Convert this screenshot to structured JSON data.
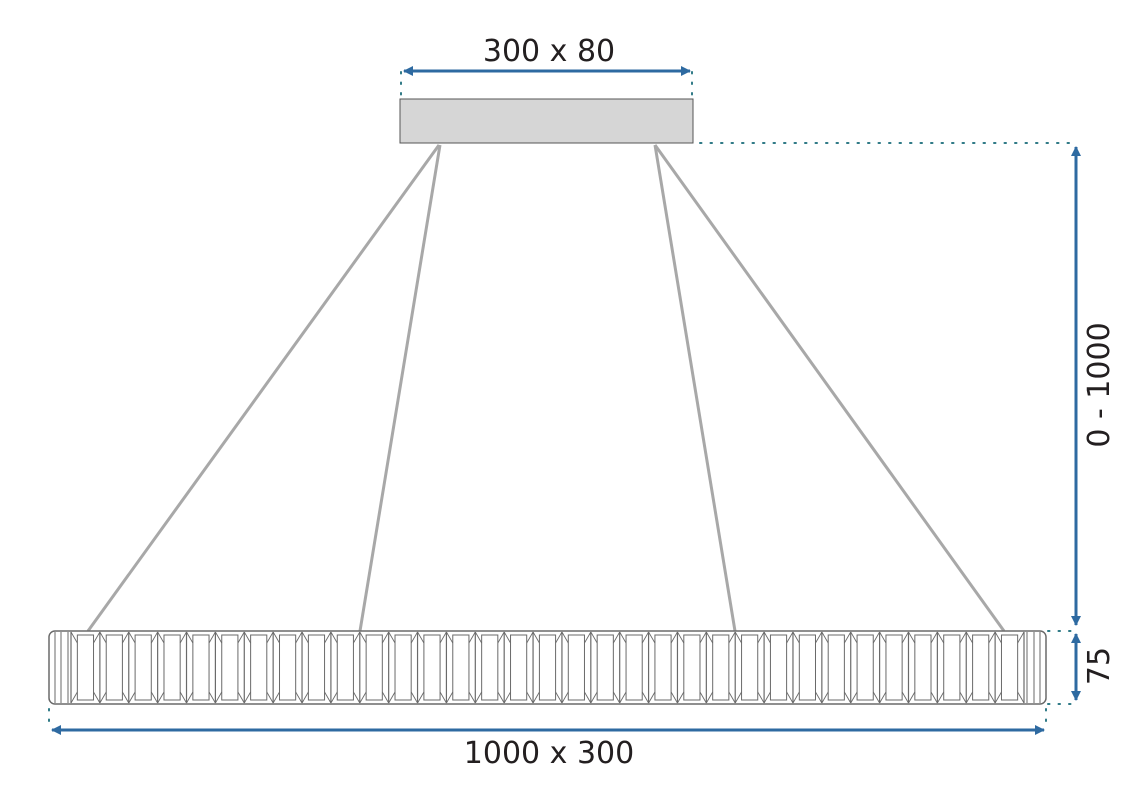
{
  "colors": {
    "dimension_arrow": "#2e6aa1",
    "extension_dots": "#2f7a86",
    "canopy_fill": "#d6d6d6",
    "canopy_stroke": "#555555",
    "suspension_wire": "#a8a8a8",
    "ring_stroke": "#6a6a6a",
    "text": "#231f20"
  },
  "dimensions": {
    "canopy": "300 x 80",
    "suspension_length": "0 - 1000",
    "ring_height": "75",
    "ring": "1000 x 300"
  },
  "ring": {
    "crystal_count": 33
  }
}
